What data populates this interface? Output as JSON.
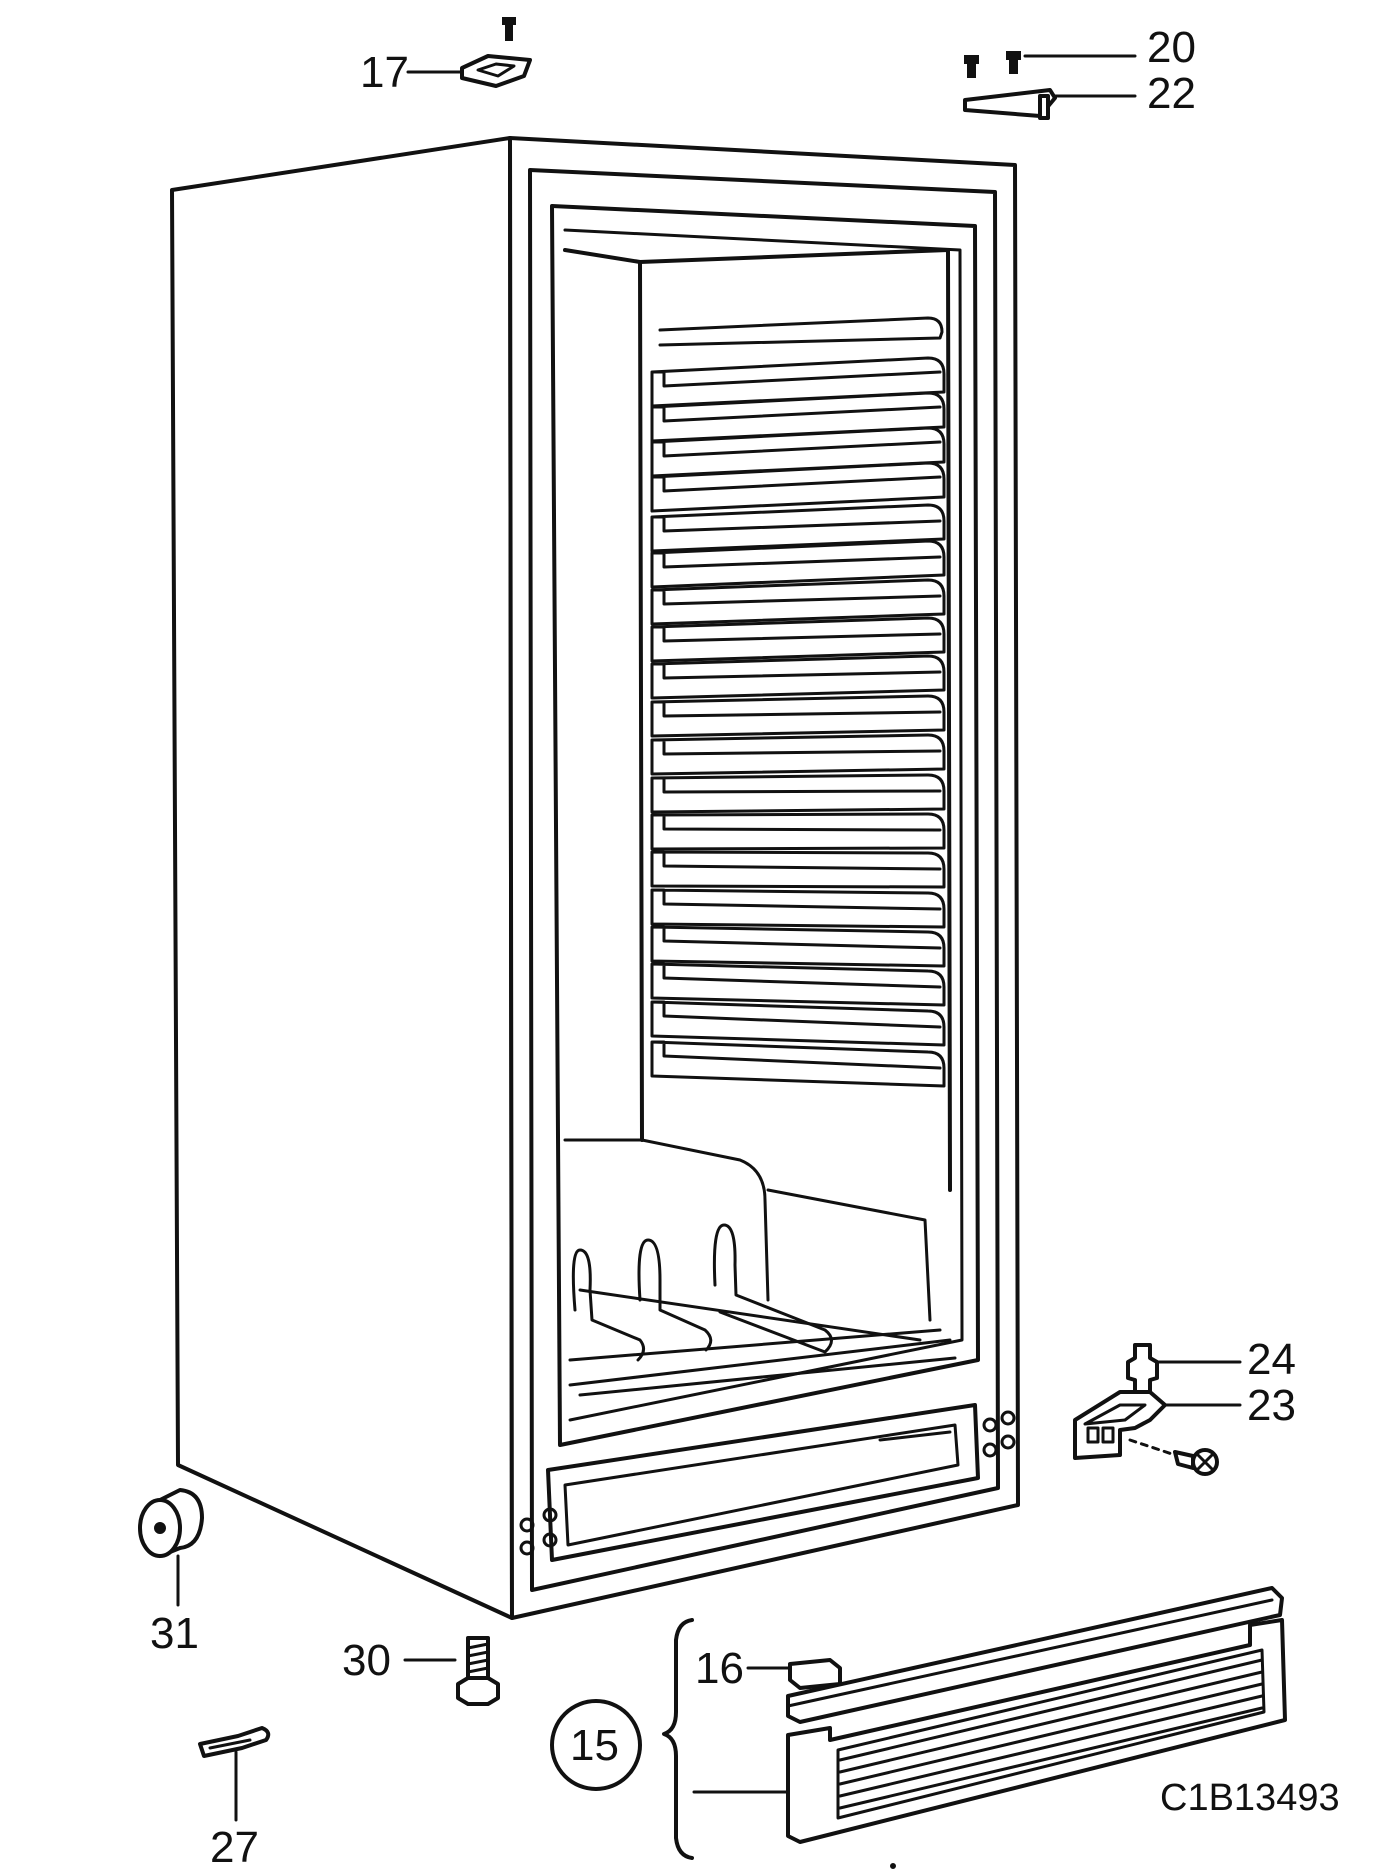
{
  "diagram": {
    "labels": {
      "p15": "15",
      "p16": "16",
      "p17": "17",
      "p20": "20",
      "p22": "22",
      "p23": "23",
      "p24": "24",
      "p27": "27",
      "p30": "30",
      "p31": "31"
    },
    "drawing_code": "C1B13493"
  }
}
